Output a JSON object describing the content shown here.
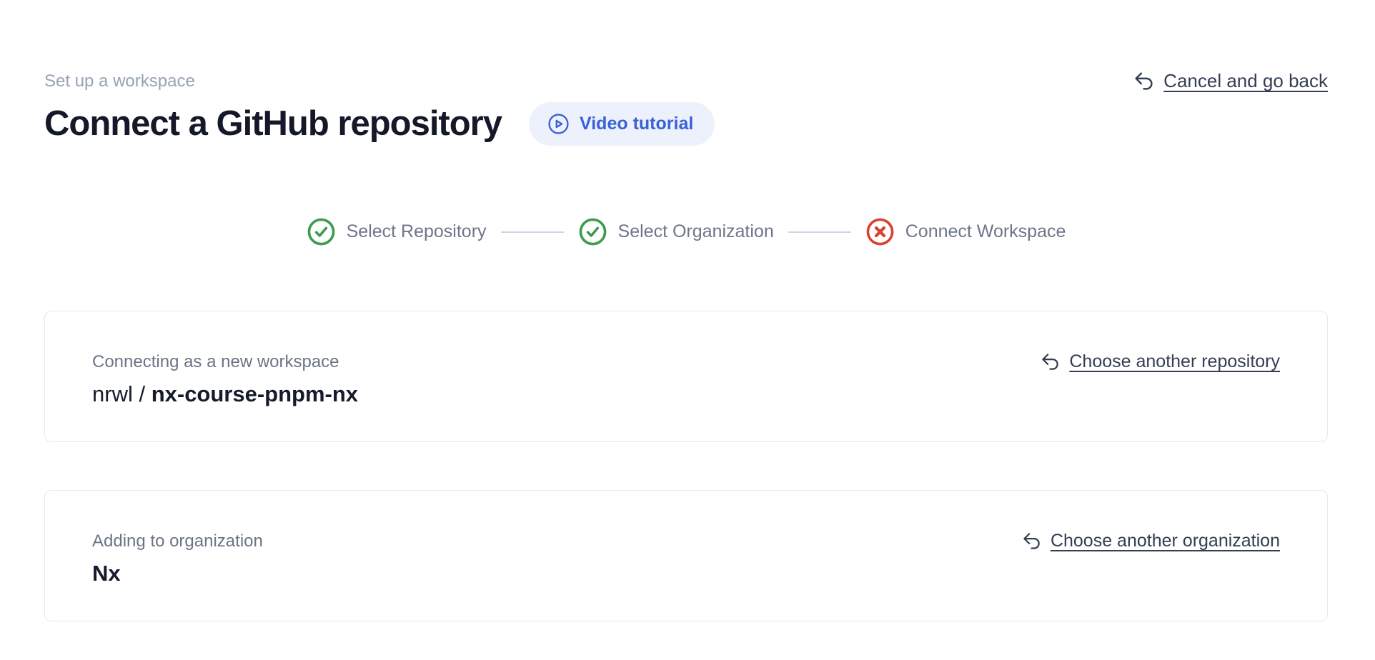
{
  "header": {
    "eyebrow": "Set up a workspace",
    "title": "Connect a GitHub repository",
    "video_button": "Video tutorial",
    "cancel_link": "Cancel and go back"
  },
  "stepper": {
    "steps": [
      {
        "label": "Select Repository",
        "status": "complete",
        "icon": "check-circle"
      },
      {
        "label": "Select Organization",
        "status": "complete",
        "icon": "check-circle"
      },
      {
        "label": "Connect Workspace",
        "status": "error",
        "icon": "x-circle"
      }
    ]
  },
  "repository_card": {
    "label": "Connecting as a new workspace",
    "owner": "nrwl / ",
    "repo": "nx-course-pnpm-nx",
    "change_link": "Choose another repository"
  },
  "organization_card": {
    "label": "Adding to organization",
    "value": "Nx",
    "change_link": "Choose another organization"
  },
  "colors": {
    "accent_blue": "#3a60d8",
    "pill_background": "#edf1fc",
    "success_green": "#3d9b4f",
    "error_red": "#d8432f",
    "muted_text": "#97a3b6",
    "step_text": "#6d7687",
    "link_text": "#333e52",
    "title_text": "#141829",
    "card_border": "#e6e8f1",
    "connector": "#ccd5e2"
  }
}
